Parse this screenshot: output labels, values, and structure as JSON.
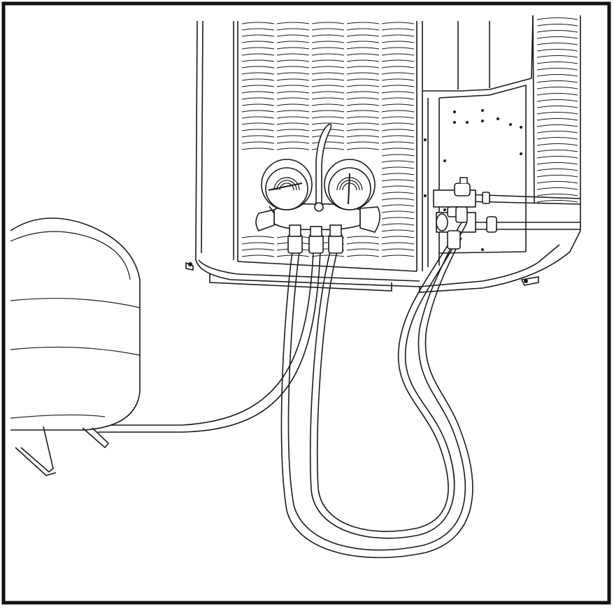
{
  "illustration": {
    "subject": "refrigerant-manifold-gauge-connection",
    "components": [
      "outdoor-condenser-unit",
      "manifold-gauge-set",
      "low-pressure-gauge",
      "high-pressure-gauge",
      "service-hoses",
      "service-valves",
      "recovery-cylinder"
    ]
  },
  "colors": {
    "line": "#1a1a1a",
    "background": "#ffffff",
    "border": "#111111"
  }
}
